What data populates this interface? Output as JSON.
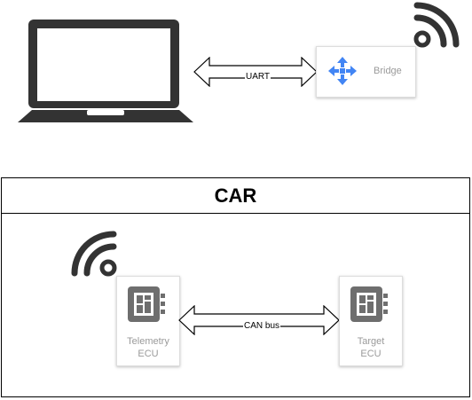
{
  "pc": {
    "icon": "laptop-icon"
  },
  "uart_link": {
    "label": "UART"
  },
  "bridge": {
    "label": "Bridge",
    "icon": "bridge-move-icon",
    "accent": "#4285f4"
  },
  "bridge_wireless": {
    "icon": "wifi-icon"
  },
  "car": {
    "title": "CAR",
    "telemetry_wireless": {
      "icon": "wifi-icon"
    },
    "telemetry_ecu": {
      "label_line1": "Telemetry",
      "label_line2": "ECU",
      "icon": "chip-icon"
    },
    "can_link": {
      "label": "CAN bus"
    },
    "target_ecu": {
      "label_line1": "Target",
      "label_line2": "ECU",
      "icon": "chip-icon"
    }
  }
}
